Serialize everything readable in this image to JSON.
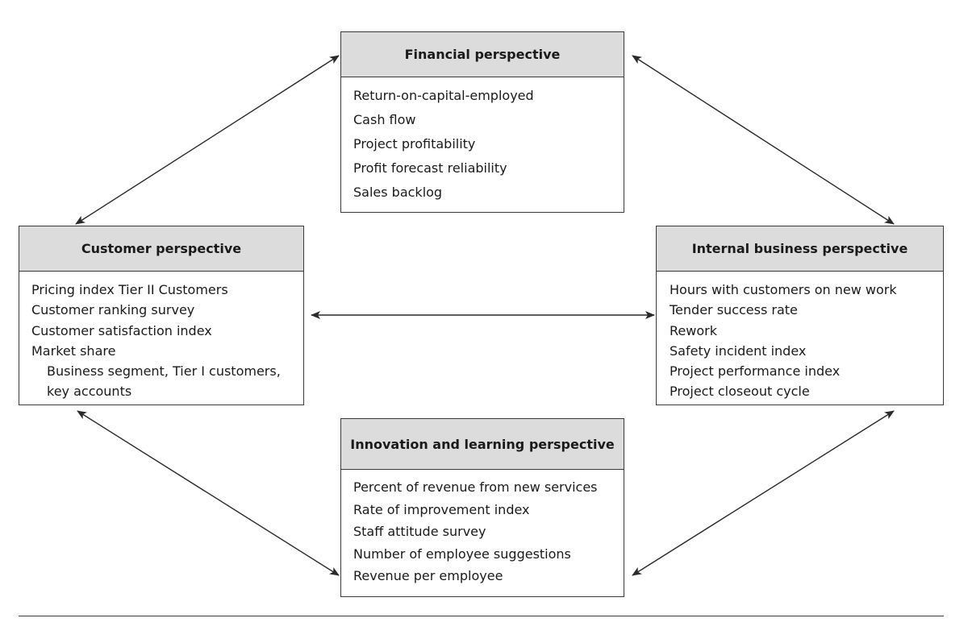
{
  "financial": {
    "title": "Financial perspective",
    "items": [
      "Return-on-capital-employed",
      "Cash flow",
      "Project profitability",
      "Profit forecast reliability",
      "Sales backlog"
    ]
  },
  "customer": {
    "title": "Customer perspective",
    "items": [
      "Pricing index Tier II Customers",
      "Customer ranking survey",
      "Customer satisfaction index",
      "Market share",
      "Business segment, Tier I customers,",
      "key accounts"
    ]
  },
  "internal": {
    "title": "Internal business perspective",
    "items": [
      "Hours with customers on new work",
      "Tender success rate",
      "Rework",
      "Safety incident index",
      "Project performance index",
      "Project closeout cycle"
    ]
  },
  "innovation": {
    "title": "Innovation and learning perspective",
    "items": [
      "Percent of revenue from new services",
      "Rate of improvement index",
      "Staff attitude survey",
      "Number of employee suggestions",
      "Revenue per employee"
    ]
  },
  "colors": {
    "header_fill": "#dcdcdc",
    "border": "#3a3a3a",
    "arrow": "#2a2a2a"
  }
}
